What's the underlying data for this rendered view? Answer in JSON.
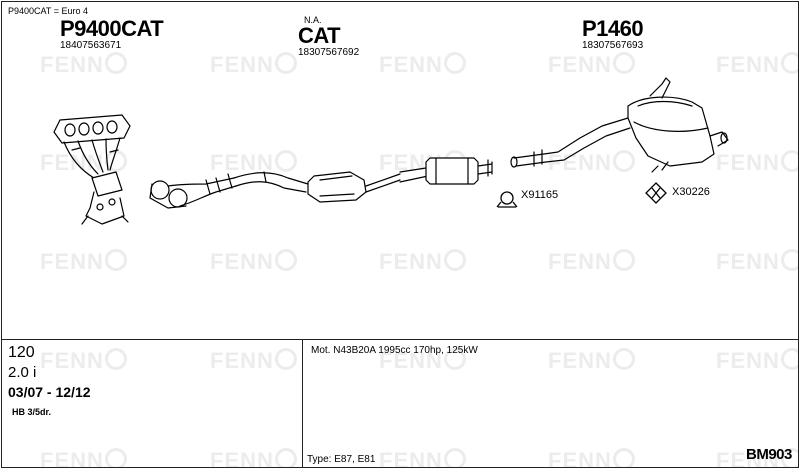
{
  "header": {
    "note": "P9400CAT = Euro 4"
  },
  "parts": [
    {
      "part_number": "P9400CAT",
      "ref": "18407563671"
    },
    {
      "subtitle": "N.A.",
      "part_number": "CAT",
      "ref": "18307567692"
    },
    {
      "part_number": "P1460",
      "ref": "18307567693"
    }
  ],
  "accessories": [
    {
      "code": "X91165",
      "icon": "clamp-icon"
    },
    {
      "code": "X30226",
      "icon": "mounting-kit-icon"
    }
  ],
  "vehicle": {
    "model": "120",
    "engine": "2.0 i",
    "years": "03/07 - 12/12",
    "body": "HB 3/5dr."
  },
  "details": {
    "motor": "Mot. N43B20A 1995cc 170hp, 125kW",
    "type": "Type:  E87, E81"
  },
  "diagram_code": "BM903",
  "watermark": {
    "text_left": "FENN",
    "text_right": "",
    "color": "#ececec"
  }
}
